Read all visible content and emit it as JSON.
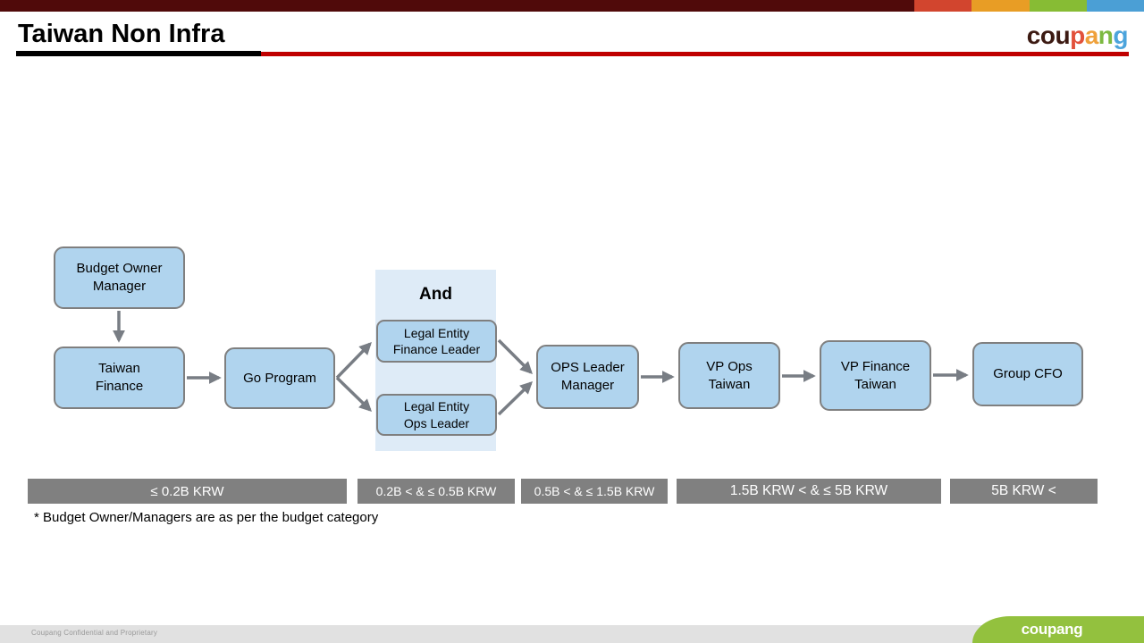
{
  "header": {
    "title": "Taiwan Non Infra"
  },
  "logo": {
    "letters": [
      "c",
      "o",
      "u",
      "p",
      "a",
      "n",
      "g"
    ]
  },
  "diagram": {
    "and_label": "And",
    "nodes": [
      {
        "label": "Budget Owner\nManager"
      },
      {
        "label": "Taiwan\nFinance"
      },
      {
        "label": "Go Program"
      },
      {
        "label": "Legal Entity\nFinance Leader"
      },
      {
        "label": "Legal Entity\nOps Leader"
      },
      {
        "label": "OPS Leader\nManager"
      },
      {
        "label": "VP Ops\nTaiwan"
      },
      {
        "label": "VP Finance\nTaiwan"
      },
      {
        "label": "Group CFO"
      }
    ]
  },
  "budget_bars": [
    {
      "label": "≤ 0.2B KRW"
    },
    {
      "label": "0.2B < & ≤ 0.5B KRW"
    },
    {
      "label": "0.5B < & ≤ 1.5B KRW"
    },
    {
      "label": "1.5B KRW < & ≤ 5B KRW"
    },
    {
      "label": "5B KRW <"
    }
  ],
  "footnote": "* Budget Owner/Managers are as per the budget category",
  "footer": {
    "confidential": "Coupang Confidential and Proprietary",
    "logo_text": "coupang"
  },
  "colors": {
    "box_fill": "#B0D4EE",
    "box_border": "#7F7F7F",
    "and_panel_fill": "#DEEBF7",
    "bar_gray": "#808080",
    "title_rule_red": "#C00000",
    "topbar_maroon": "#500A0A",
    "topbar_red": "#D2452E",
    "topbar_orange": "#E89D25",
    "topbar_green": "#87BC34",
    "topbar_blue": "#4B9FD5",
    "footer_green": "#93C13E",
    "arrow_gray": "#787D84"
  }
}
